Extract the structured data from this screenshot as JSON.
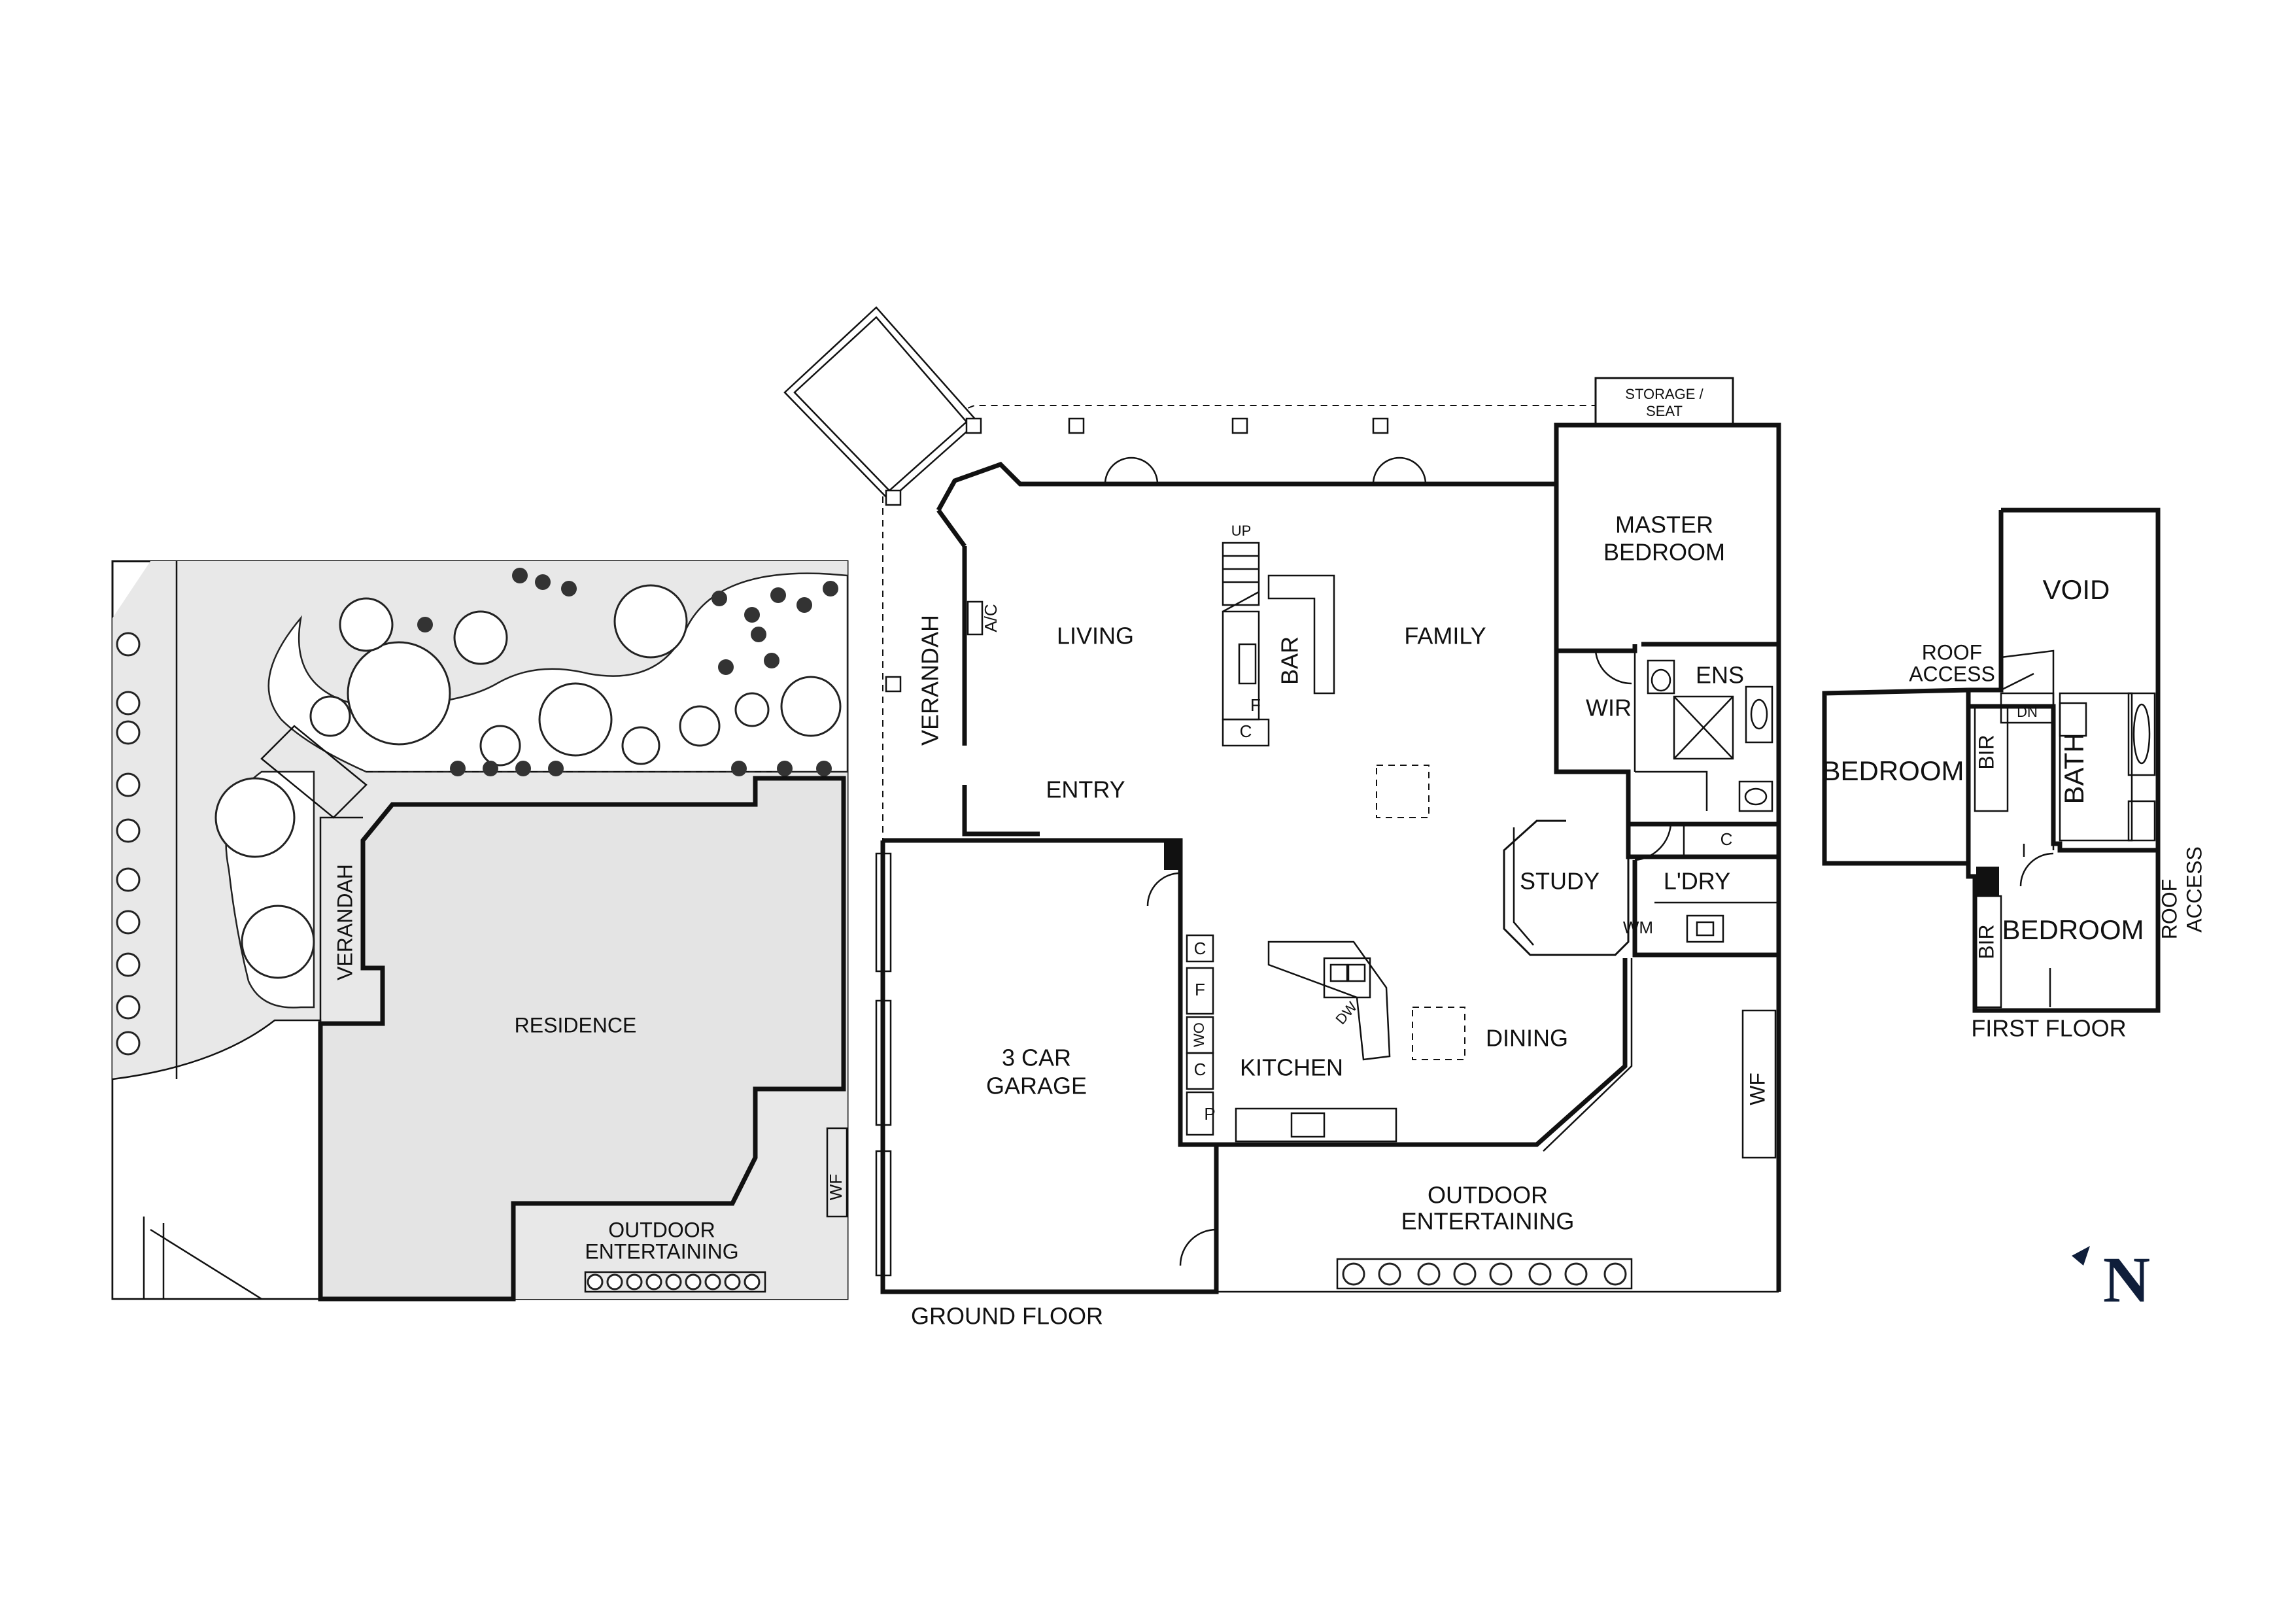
{
  "site_plan": {
    "residence": "RESIDENCE",
    "verandah": "VERANDAH",
    "outdoor_entertaining": [
      "OUTDOOR",
      "ENTERTAINING"
    ],
    "wf": "WF"
  },
  "ground_floor": {
    "title": "GROUND FLOOR",
    "storage_seat": [
      "STORAGE /",
      "SEAT"
    ],
    "master_bedroom": [
      "MASTER",
      "BEDROOM"
    ],
    "living": "LIVING",
    "family": "FAMILY",
    "verandah": "VERANDAH",
    "ac": "A/C",
    "up": "UP",
    "bar": "BAR",
    "fridge": "F",
    "cupboard": "C",
    "entry": "ENTRY",
    "wir": "WIR",
    "ens": "ENS",
    "study": "STUDY",
    "laundry": "L'DRY",
    "wm": "WM",
    "garage": [
      "3 CAR",
      "GARAGE"
    ],
    "kitchen": "KITCHEN",
    "dining": "DINING",
    "dw": "DW",
    "wo": "WO",
    "pantry": "P",
    "outdoor_entertaining": [
      "OUTDOOR",
      "ENTERTAINING"
    ],
    "wf": "WF"
  },
  "first_floor": {
    "title": "FIRST FLOOR",
    "void": "VOID",
    "roof_access_1": [
      "ROOF",
      "ACCESS"
    ],
    "roof_access_2": [
      "ROOF",
      "ACCESS"
    ],
    "bedroom_1": "BEDROOM",
    "bedroom_2": "BEDROOM",
    "bir": "BIR",
    "bath": "BATH",
    "dn": "DN"
  },
  "compass": {
    "letter": "N",
    "color": "#0f1e3a"
  }
}
